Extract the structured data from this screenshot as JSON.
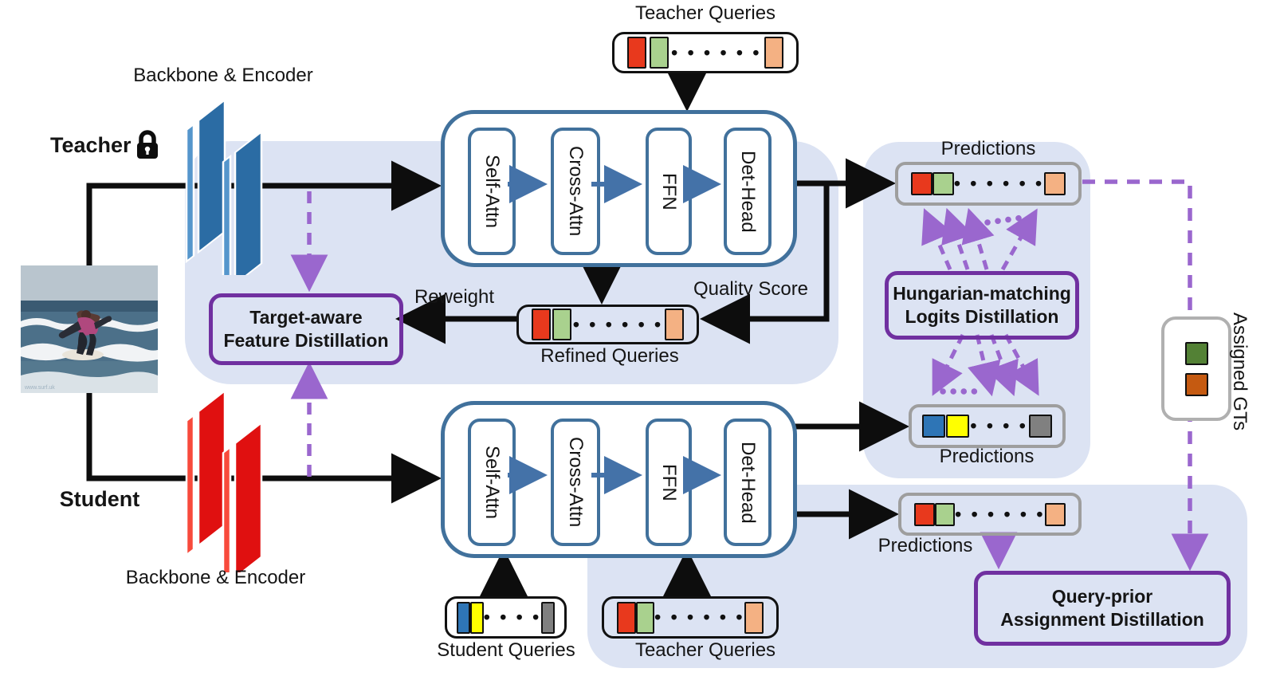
{
  "title": "DETR knowledge distillation framework diagram",
  "teacher": {
    "label": "Teacher",
    "backbone_label": "Backbone & Encoder",
    "queries_label": "Teacher Queries",
    "decoder_modules": [
      "Self-Attn",
      "Cross-Attn",
      "FFN",
      "Det-Head"
    ],
    "predictions_label": "Predictions"
  },
  "student": {
    "label": "Student",
    "backbone_label": "Backbone & Encoder",
    "queries_label": "Student Queries",
    "teacher_queries_label": "Teacher Queries",
    "decoder_modules": [
      "Self-Attn",
      "Cross-Attn",
      "FFN",
      "Det-Head"
    ],
    "predictions_label": "Predictions",
    "predictions_tq_label": "Predictions"
  },
  "middle": {
    "refined_queries_label": "Refined Queries",
    "reweight_label": "Reweight",
    "quality_score_label": "Quality Score"
  },
  "distillation": {
    "target_aware_line1": "Target-aware",
    "target_aware_line2": "Feature Distillation",
    "hungarian_line1": "Hungarian-matching",
    "hungarian_line2": "Logits Distillation",
    "query_prior_line1": "Query-prior",
    "query_prior_line2": "Assignment Distillation"
  },
  "assigned_gts_label": "Assigned GTs",
  "tokens": {
    "teacher_rect": [
      "#E8391D",
      "#A9D18E",
      "dots6",
      "#F4B183"
    ],
    "student_rect": [
      "#2E75B6",
      "#FFFF00",
      "dots4",
      "#808080"
    ],
    "teacher_sq": [
      "#E8391D",
      "#A9D18E",
      "dots6",
      "#F4B183"
    ],
    "student_sq": [
      "#2E75B6",
      "#FFFF00",
      "dots4",
      "#808080"
    ],
    "assigned": [
      "#538135",
      "#C55A11"
    ]
  },
  "colors": {
    "region_bg": "#dce3f3",
    "decoder_border": "#41719c",
    "decoder_arrow": "#4472a8",
    "distill_border": "#7030a0",
    "dashed_purple": "#9a67ce",
    "prediction_border": "#9e9e9e",
    "teacher_backbone": "#2b6ca4",
    "student_backbone": "#e01010",
    "wire_black": "#0d0d0d"
  }
}
